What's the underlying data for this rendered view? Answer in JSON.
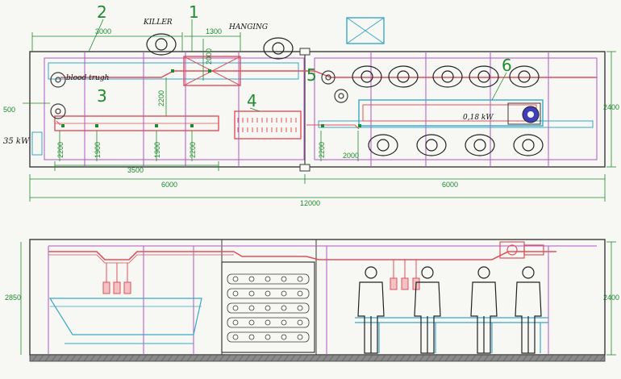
{
  "callouts": {
    "n1": "1",
    "n2": "2",
    "n3": "3",
    "n4": "4",
    "n5": "5",
    "n6": "6"
  },
  "labels": {
    "killer": "KILLER",
    "hanging": "HANGING",
    "blood_trough": "blood trugh",
    "power_small": "0,18 kW",
    "power_large": "35 kW"
  },
  "dimensions": {
    "d3000": "3000",
    "d1300": "1300",
    "d2000_top": "2000",
    "d2200_mid": "2200",
    "d500": "500",
    "d2200_a": "2200",
    "d1900_a": "1900",
    "d1900_b": "1900",
    "d2200_b": "2200",
    "d3500": "3500",
    "d2200_c": "2200",
    "d2000_b": "2000",
    "d6000_left": "6000",
    "d6000_right": "6000",
    "d12000": "12000",
    "d2400_plan": "2400",
    "d2850": "2850",
    "d2400_elev": "2400"
  },
  "colors": {
    "structure": "#3a3a3a",
    "conveyor_red": "#e0505a",
    "line_blue": "#3aa7c9",
    "line_magenta": "#b257c4",
    "dimension_green": "#1f8a2e",
    "floor": "#8a8a8a"
  }
}
